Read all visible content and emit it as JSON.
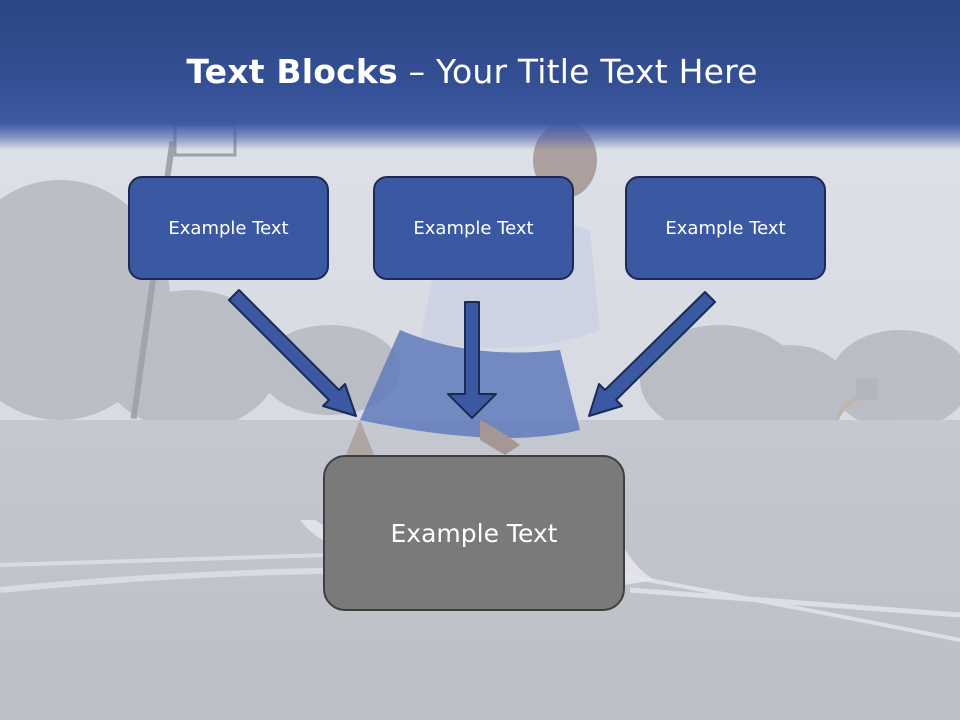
{
  "slide": {
    "title_bold": "Text Blocks",
    "title_separator": " – ",
    "title_rest": "Your Title Text Here"
  },
  "blocks": {
    "left": "Example Text",
    "middle": "Example Text",
    "right": "Example Text",
    "center": "Example Text"
  },
  "colors": {
    "header": "#2c4784",
    "block_fill": "#3b58a2",
    "block_border": "#1b2b55",
    "center_fill": "#7a7a7a",
    "arrow_fill": "#3b58a2"
  }
}
